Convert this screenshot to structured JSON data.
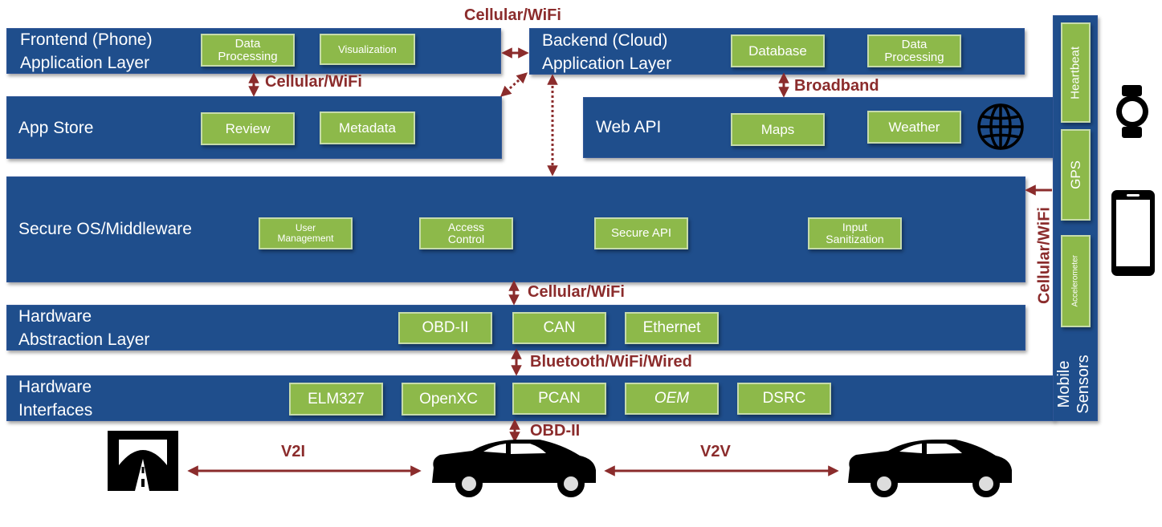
{
  "colors": {
    "layer": "#1f4e8c",
    "component": "#8db94a",
    "connector": "#8b2c2c"
  },
  "layers": {
    "frontend": {
      "title": "Frontend (Phone)\nApplication Layer",
      "components": [
        "Data\nProcessing",
        "Visualization"
      ]
    },
    "backend": {
      "title": "Backend (Cloud)\nApplication Layer",
      "components": [
        "Database",
        "Data\nProcessing"
      ]
    },
    "appstore": {
      "title": "App Store",
      "components": [
        "Review",
        "Metadata"
      ]
    },
    "webapi": {
      "title": "Web API",
      "components": [
        "Maps",
        "Weather"
      ]
    },
    "secure": {
      "title": "Secure OS/Middleware",
      "components": [
        "User\nManagement",
        "Access\nControl",
        "Secure API",
        "Input\nSanitization"
      ]
    },
    "hal": {
      "title": "Hardware\nAbstraction Layer",
      "components": [
        "OBD-II",
        "CAN",
        "Ethernet"
      ]
    },
    "hwif": {
      "title": "Hardware\nInterfaces",
      "components": [
        "ELM327",
        "OpenXC",
        "PCAN",
        "OEM",
        "DSRC"
      ]
    },
    "mobile": {
      "title": "Mobile\nSensors",
      "components": [
        "Heartbeat",
        "GPS",
        "Accelerometer"
      ]
    }
  },
  "connections": {
    "top": "Cellular/WiFi",
    "frontend_appstore": "Cellular/WiFi",
    "backend_webapi": "Broadband",
    "secure_hal": "Cellular/WiFi",
    "hal_hwif": "Bluetooth/WiFi/Wired",
    "hwif_car": "OBD-II",
    "mobile_secure": "Cellular/WiFi",
    "v2i": "V2I",
    "v2v": "V2V"
  },
  "icons": [
    "globe-icon",
    "smartwatch-icon",
    "smartphone-icon",
    "road-tunnel-icon",
    "car-icon"
  ]
}
